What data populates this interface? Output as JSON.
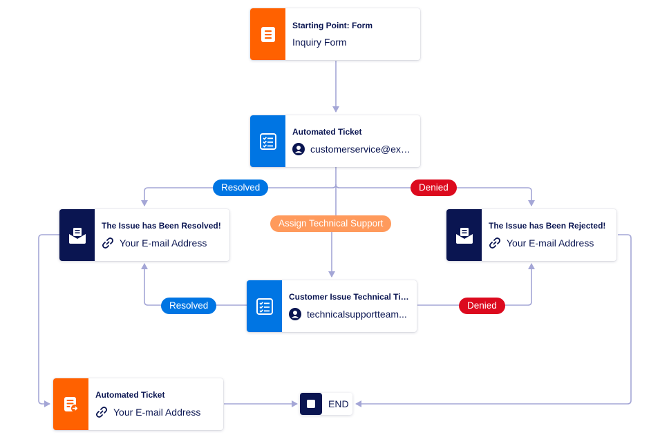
{
  "colors": {
    "orange": "#ff6100",
    "blue": "#0075e3",
    "navy": "#0a1551",
    "connector": "#a4a6d6",
    "resolved": "#0075e3",
    "denied": "#dc0a1e",
    "assign": "#ff9a5c"
  },
  "nodes": {
    "start": {
      "title": "Starting Point: Form",
      "subtitle": "Inquiry Form",
      "icon": "form-icon"
    },
    "auto_ticket": {
      "title": "Automated Ticket",
      "subtitle": "customerservice@exa...",
      "icon": "checklist-icon"
    },
    "resolved_email": {
      "title": "The Issue has Been Resolved!",
      "subtitle": "Your E-mail Address",
      "icon": "envelope-icon"
    },
    "rejected_email": {
      "title": "The Issue has Been Rejected!",
      "subtitle": "Your E-mail Address",
      "icon": "envelope-icon"
    },
    "tech_ticket": {
      "title": "Customer Issue Technical Tic...",
      "subtitle": "technicalsupportteam...",
      "icon": "checklist-icon"
    },
    "auto_ticket_2": {
      "title": "Automated Ticket",
      "subtitle": "Your E-mail Address",
      "icon": "ticket-forward-icon"
    },
    "end": {
      "label": "END"
    }
  },
  "branches": {
    "resolved_top": "Resolved",
    "denied_top": "Denied",
    "assign": "Assign Technical Support",
    "resolved_bottom": "Resolved",
    "denied_bottom": "Denied"
  }
}
